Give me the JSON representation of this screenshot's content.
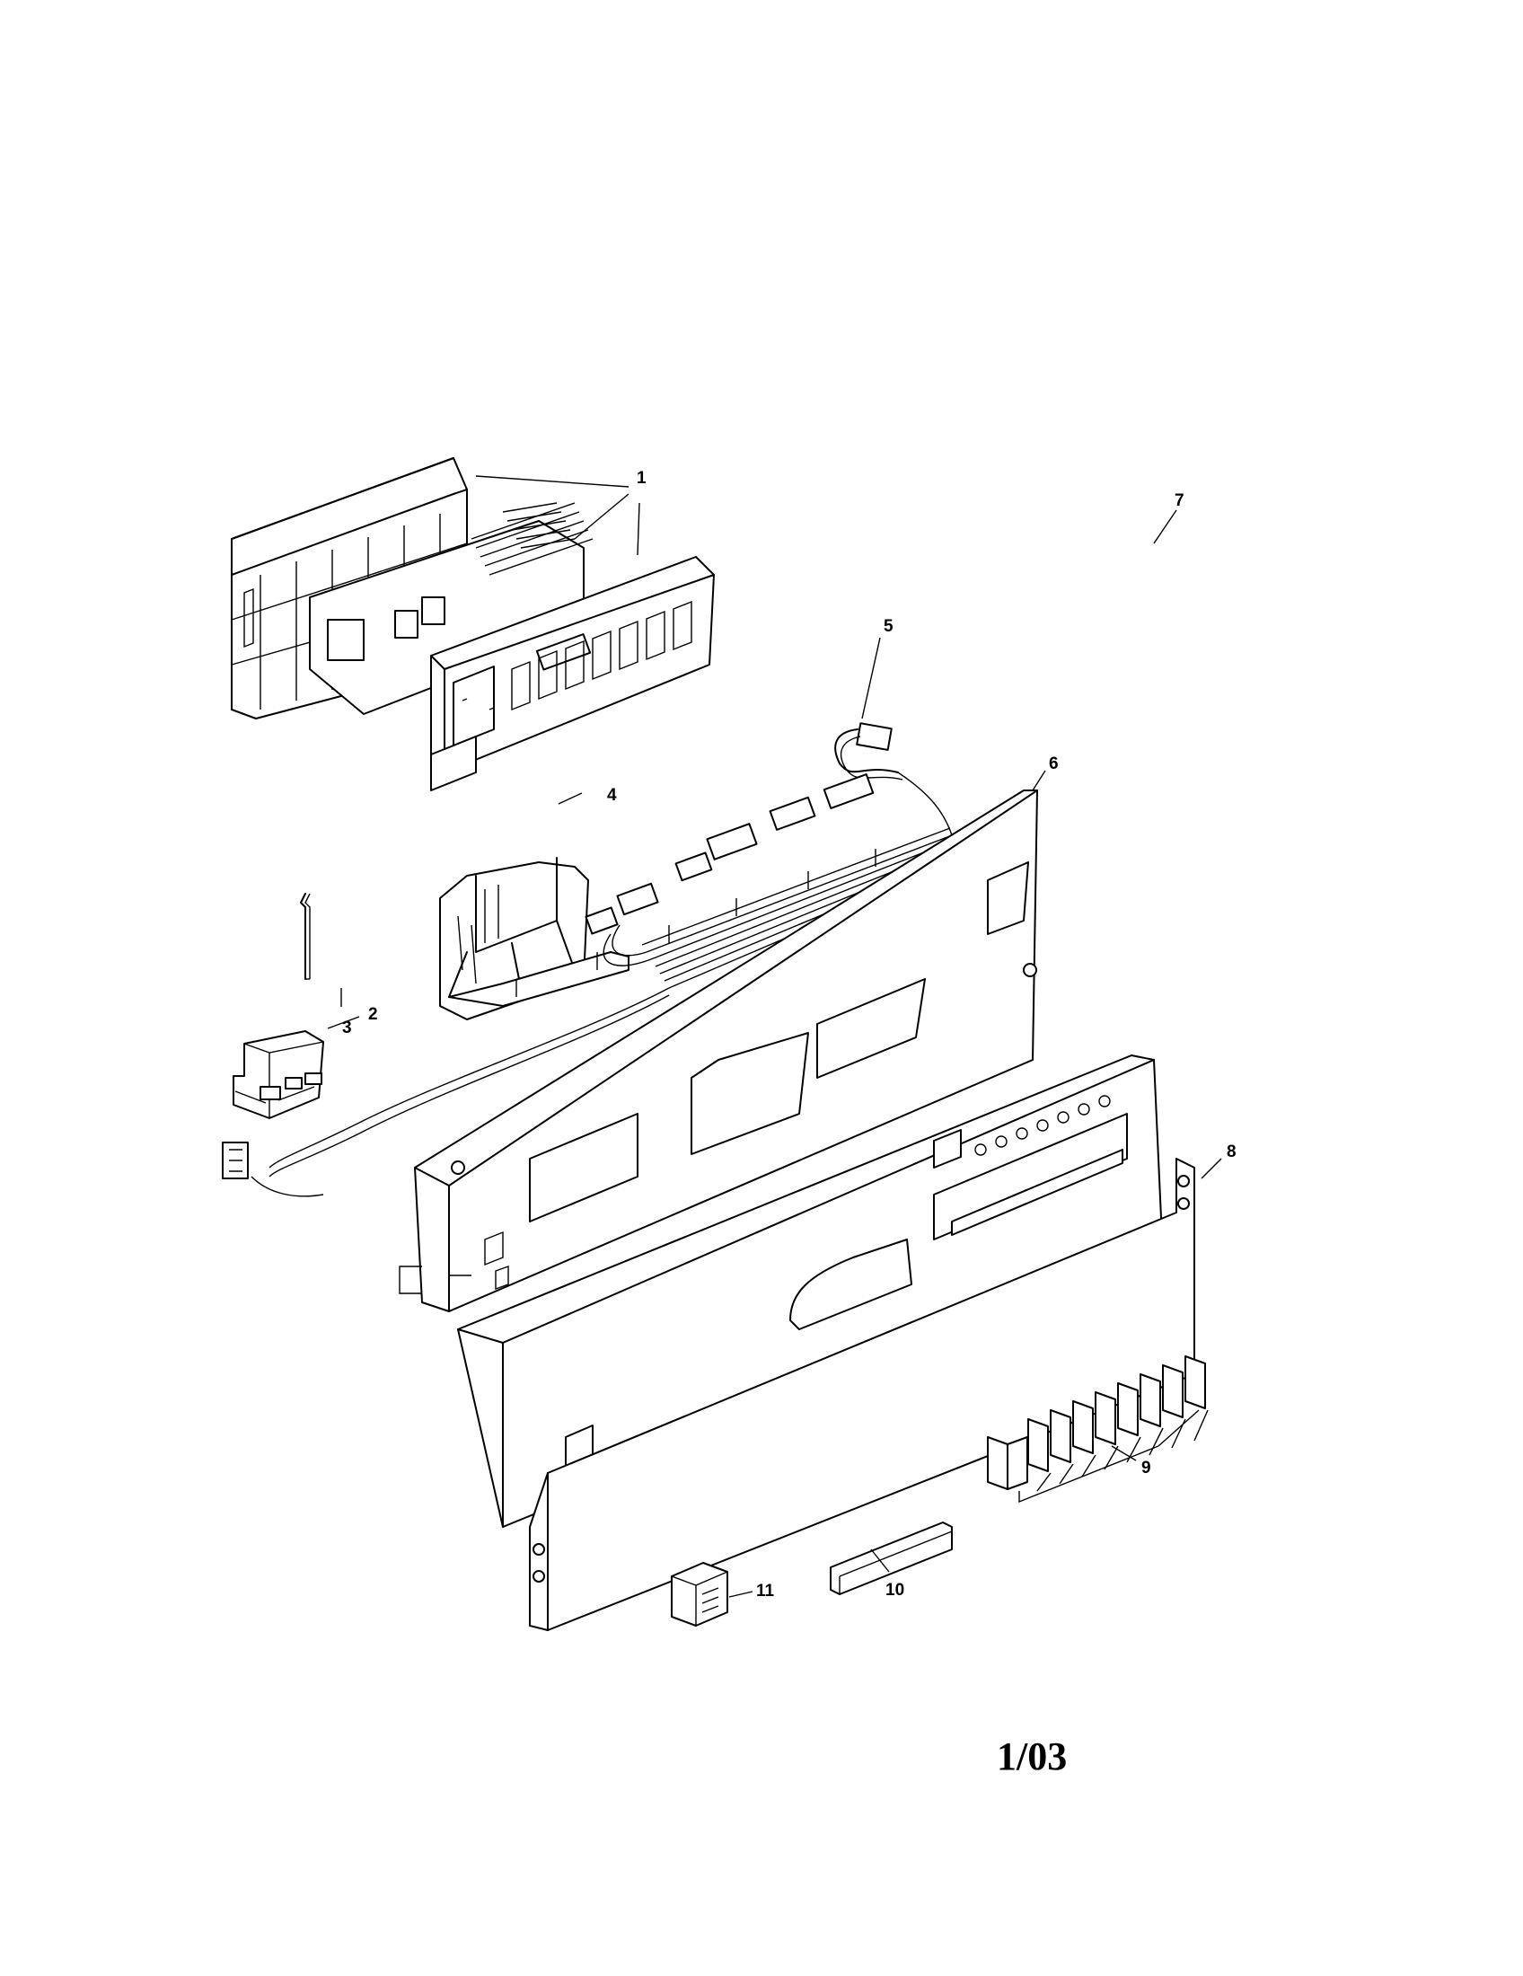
{
  "callouts": [
    "1",
    "2",
    "3",
    "4",
    "5",
    "6",
    "7",
    "8",
    "9",
    "10",
    "11"
  ],
  "page_code": "1/03"
}
